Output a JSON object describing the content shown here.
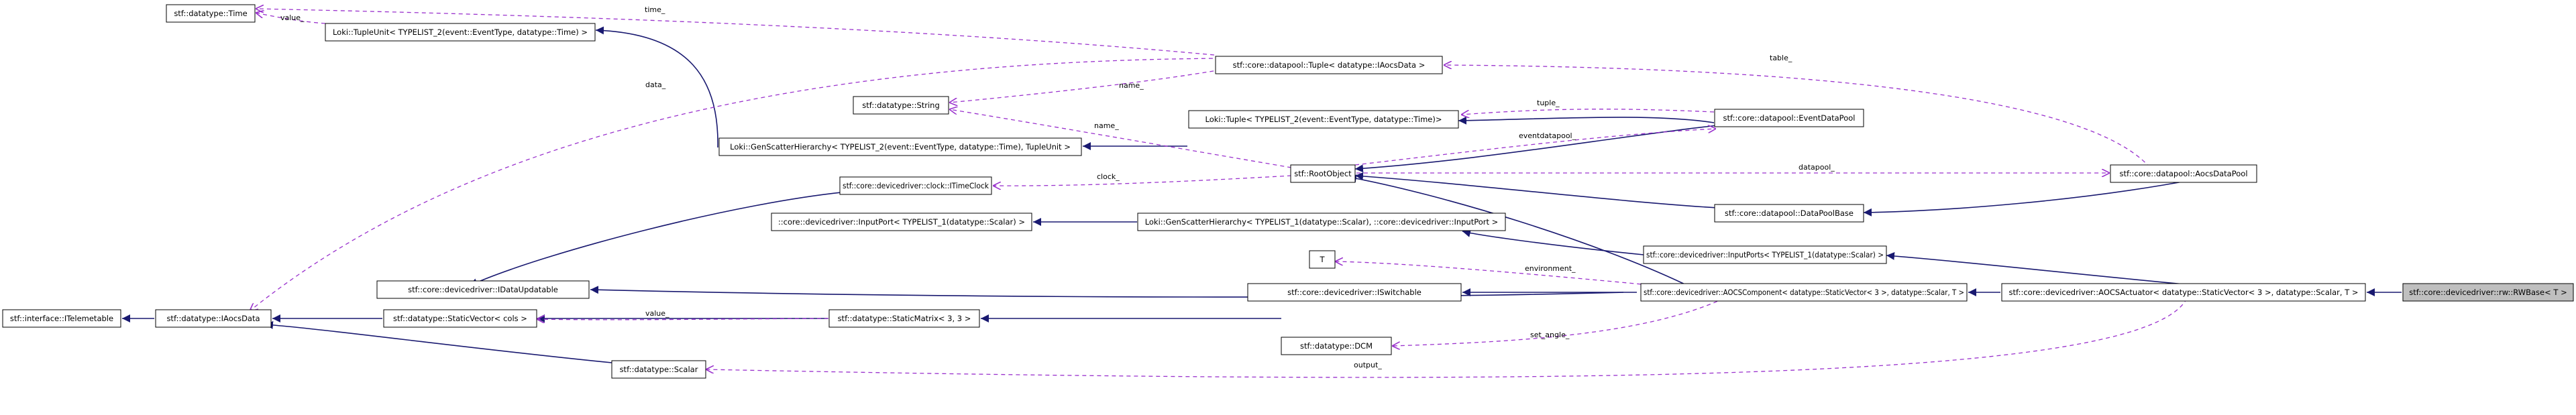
{
  "diagram": {
    "nodes": {
      "time": "stf::datatype::Time",
      "tupleunit": "Loki::TupleUnit< TYPELIST_2(event::EventType, datatype::Time) >",
      "tuple_aocs": "stf::core::datapool::Tuple< datatype::IAocsData >",
      "string": "stf::datatype::String",
      "loki_tuple": "Loki::Tuple< TYPELIST_2(event::EventType, datatype::Time)>",
      "eventdatapool": "stf::core::datapool::EventDataPool",
      "genscatter_time": "Loki::GenScatterHierarchy< TYPELIST_2(event::EventType, datatype::Time), TupleUnit >",
      "timeclock": "stf::core::devicedriver::clock::ITimeClock",
      "rootobject": "stf::RootObject",
      "aocsdatapool": "stf::core::datapool::AocsDataPool",
      "inputport": "::core::devicedriver::InputPort< TYPELIST_1(datatype::Scalar) >",
      "genscatter_scalar": "Loki::GenScatterHierarchy< TYPELIST_1(datatype::Scalar), ::core::devicedriver::InputPort >",
      "datapoolbase": "stf::core::datapool::DataPoolBase",
      "t": "T",
      "inputports": "stf::core::devicedriver::InputPorts< TYPELIST_1(datatype::Scalar) >",
      "idataupdatable": "stf::core::devicedriver::IDataUpdatable",
      "iswitchable": "stf::core::devicedriver::ISwitchable",
      "aocscomponent": "stf::core::devicedriver::AOCSComponent< datatype::StaticVector< 3 >, datatype::Scalar, T >",
      "aocsactuator": "stf::core::devicedriver::AOCSActuator< datatype::StaticVector< 3 >, datatype::Scalar, T >",
      "rwbase": "stf::core::devicedriver::rw::RWBase< T >",
      "itelemetable": "stf::interface::ITelemetable",
      "iaocsdata": "stf::datatype::IAocsData",
      "staticvector": "stf::datatype::StaticVector< cols >",
      "staticmatrix": "stf::datatype::StaticMatrix< 3, 3 >",
      "dcm": "stf::datatype::DCM",
      "scalar": "stf::datatype::Scalar"
    },
    "edge_labels": {
      "time": "time_",
      "value_time": "value_",
      "data": "data_",
      "table": "table_",
      "name1": "name_",
      "name2": "name_",
      "tuple": "tuple_",
      "eventdatapool": "eventdatapool_",
      "clock": "clock_",
      "datapool": "datapool_",
      "environment": "environment_",
      "value_vec": "value_",
      "set_angle": "set_angle_",
      "output": "output_"
    },
    "colors": {
      "inheritance": "#191970",
      "usage": "#9a32cd",
      "highlight_fill": "#bfbfbf"
    }
  }
}
